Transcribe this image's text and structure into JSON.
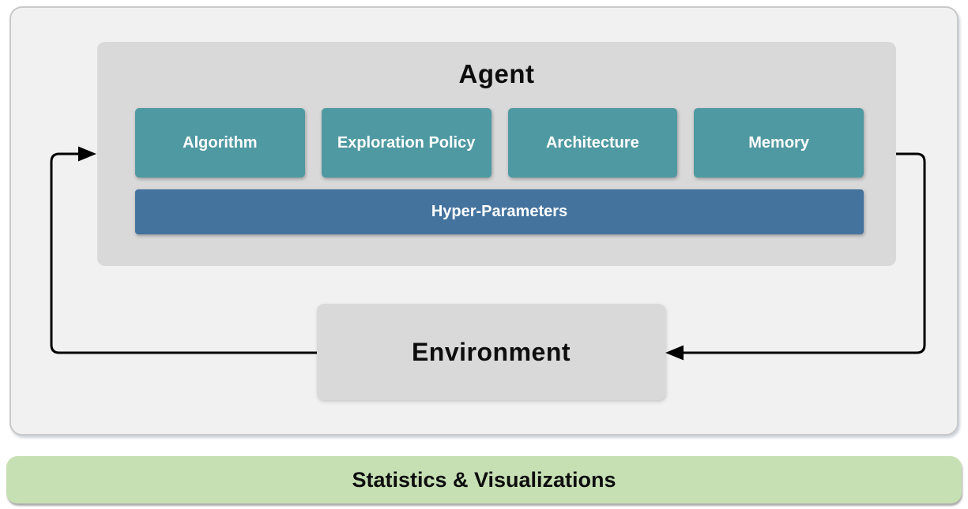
{
  "diagram": {
    "agent": {
      "title": "Agent",
      "components": [
        {
          "label": "Algorithm"
        },
        {
          "label": "Exploration Policy"
        },
        {
          "label": "Architecture"
        },
        {
          "label": "Memory"
        }
      ],
      "hyper_parameters_label": "Hyper-Parameters"
    },
    "environment_label": "Environment",
    "footer_label": "Statistics & Visualizations",
    "arrows": [
      {
        "name": "environment-to-agent",
        "direction": "left-loop"
      },
      {
        "name": "agent-to-environment",
        "direction": "right-loop"
      }
    ]
  },
  "colors": {
    "teal": "#4f99a2",
    "blue": "#44739e",
    "box_gray": "#d9d9d9",
    "panel_bg": "#f1f1f1",
    "panel_border": "#c9c9c9",
    "green": "#c6e0b4",
    "arrow": "#000000",
    "text_dark": "#0d0d0d",
    "text_light": "#ffffff"
  }
}
